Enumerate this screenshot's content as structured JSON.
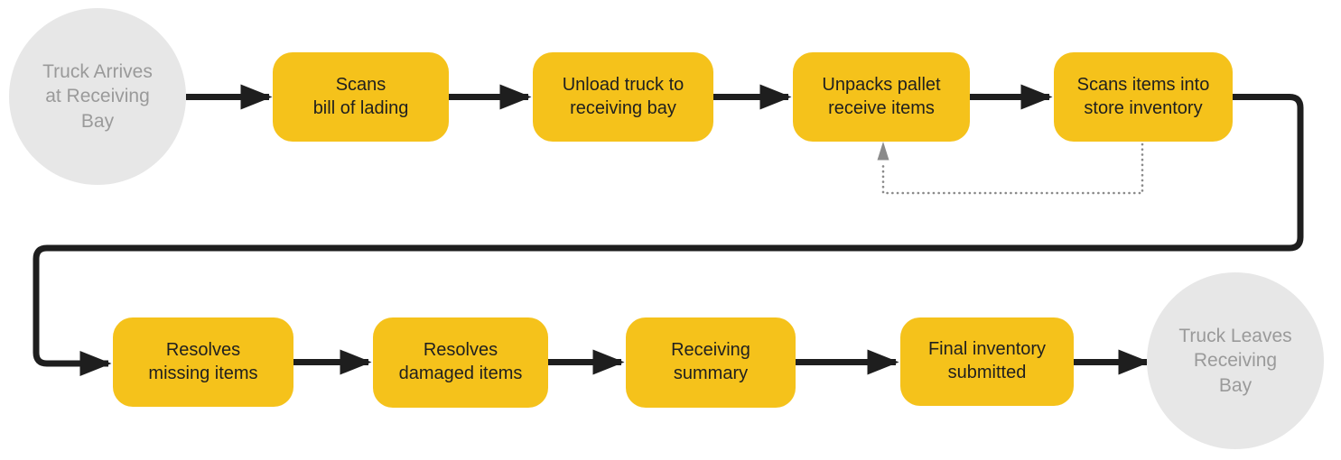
{
  "flowchart": {
    "start_node": {
      "label": "Truck Arrives\nat Receiving\nBay",
      "shape": "circle"
    },
    "end_node": {
      "label": "Truck Leaves\nReceiving\nBay",
      "shape": "circle"
    },
    "steps": [
      {
        "label": "Scans\nbill of lading"
      },
      {
        "label": "Unload truck to\nreceiving bay"
      },
      {
        "label": "Unpacks pallet\nreceive items"
      },
      {
        "label": "Scans items into\nstore inventory"
      },
      {
        "label": "Resolves\nmissing items"
      },
      {
        "label": "Resolves\ndamaged items"
      },
      {
        "label": "Receiving\nsummary"
      },
      {
        "label": "Final inventory\nsubmitted"
      }
    ],
    "flow_order": [
      "Truck Arrives at Receiving Bay",
      "Scans bill of lading",
      "Unload truck to receiving bay",
      "Unpacks pallet receive items",
      "Scans items into store inventory",
      "Resolves missing items",
      "Resolves damaged items",
      "Receiving summary",
      "Final inventory submitted",
      "Truck Leaves Receiving Bay"
    ],
    "feedback_loop": {
      "from": "Scans items into store inventory",
      "to": "Unpacks pallet receive items",
      "style": "dotted"
    },
    "colors": {
      "step_fill": "#F5C21B",
      "step_text": "#1F1F1F",
      "terminator_fill": "#E7E7E7",
      "terminator_text": "#9A9A9A",
      "arrow": "#1E1E1E",
      "feedback": "#8A8A8A",
      "canvas_bg": "#FFFFFF"
    }
  }
}
